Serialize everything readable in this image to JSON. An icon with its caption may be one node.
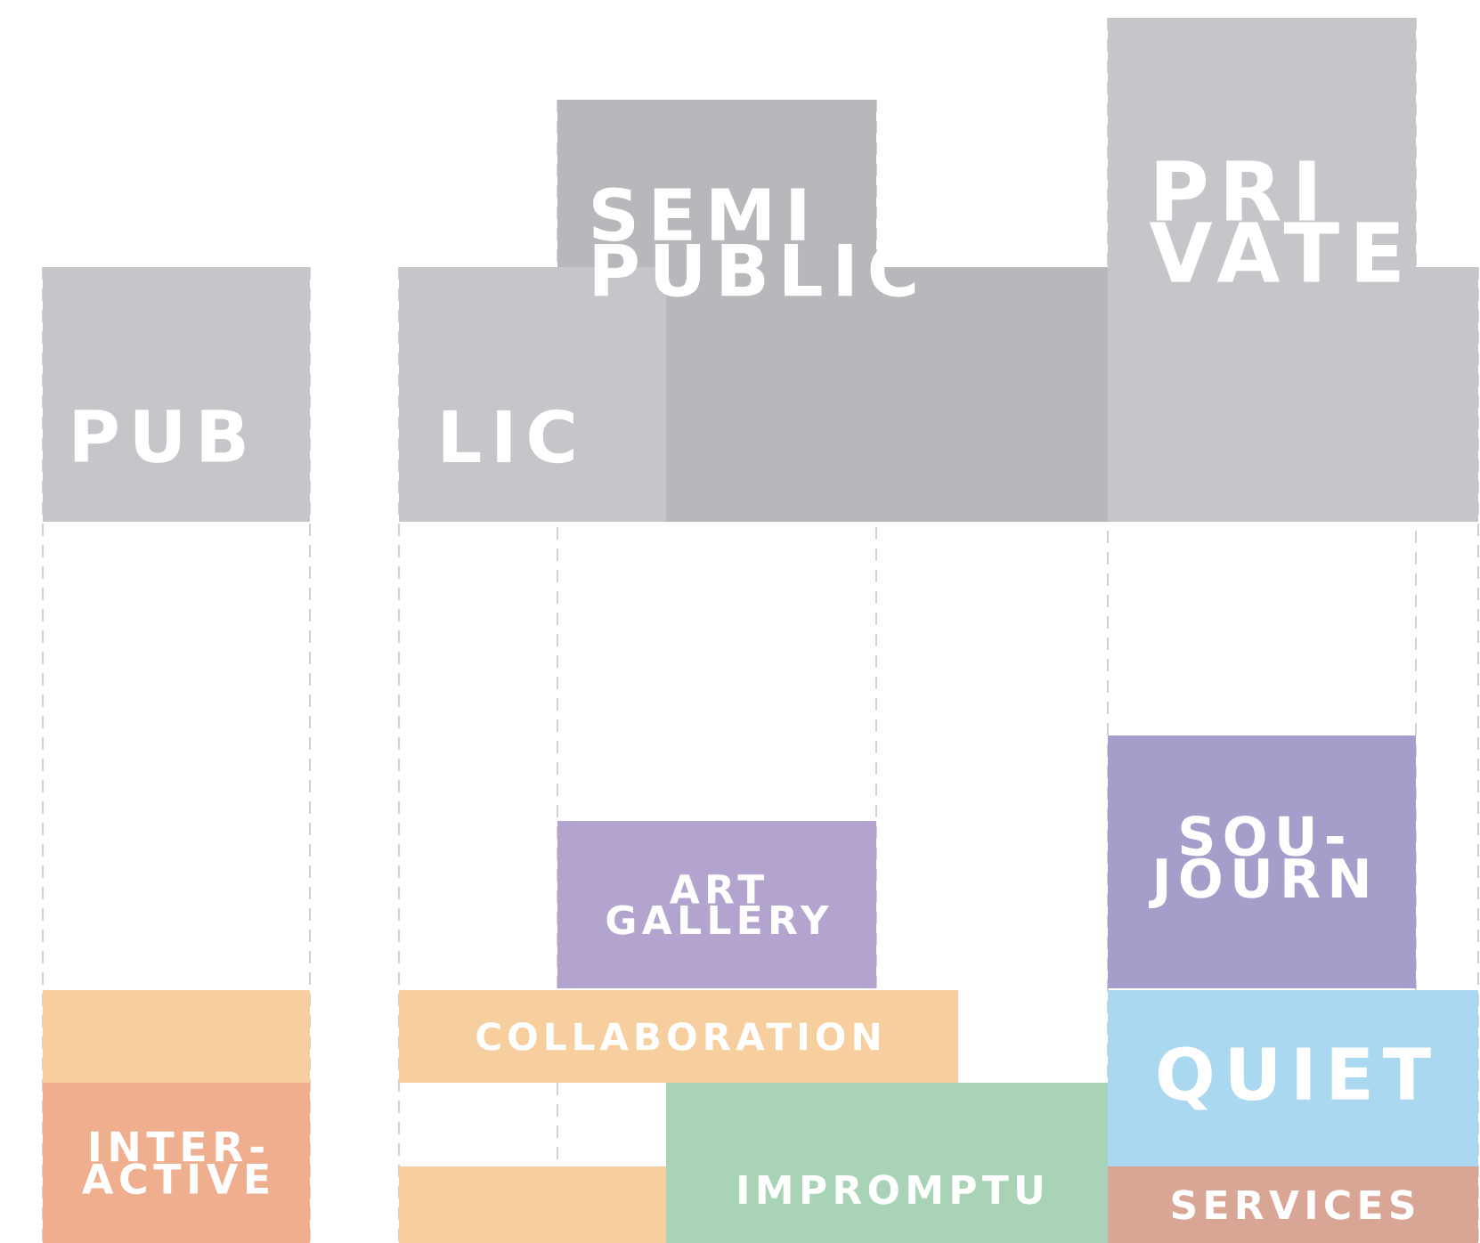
{
  "diagram": {
    "nodes": [
      {
        "text": [
          "PUB"
        ]
      },
      {
        "text": [
          "LIC"
        ]
      },
      {
        "text": [
          "SEMI PUBLIC"
        ]
      },
      {
        "text": [
          "PRI VATE"
        ]
      },
      {
        "text": [
          "ART GALLERY"
        ]
      },
      {
        "text": [
          "SOU- JOURN"
        ]
      },
      {
        "text": [],
        "shape": "box"
      },
      {
        "text": [
          "COLLABORATION"
        ]
      },
      {
        "text": [
          "QUIET"
        ]
      },
      {
        "text": [
          "INTER- ACTIVE"
        ]
      },
      {
        "text": [
          "IMPROMPTU"
        ]
      },
      {
        "text": [],
        "shape": "box"
      },
      {
        "text": [
          "SERVICES"
        ]
      }
    ]
  }
}
